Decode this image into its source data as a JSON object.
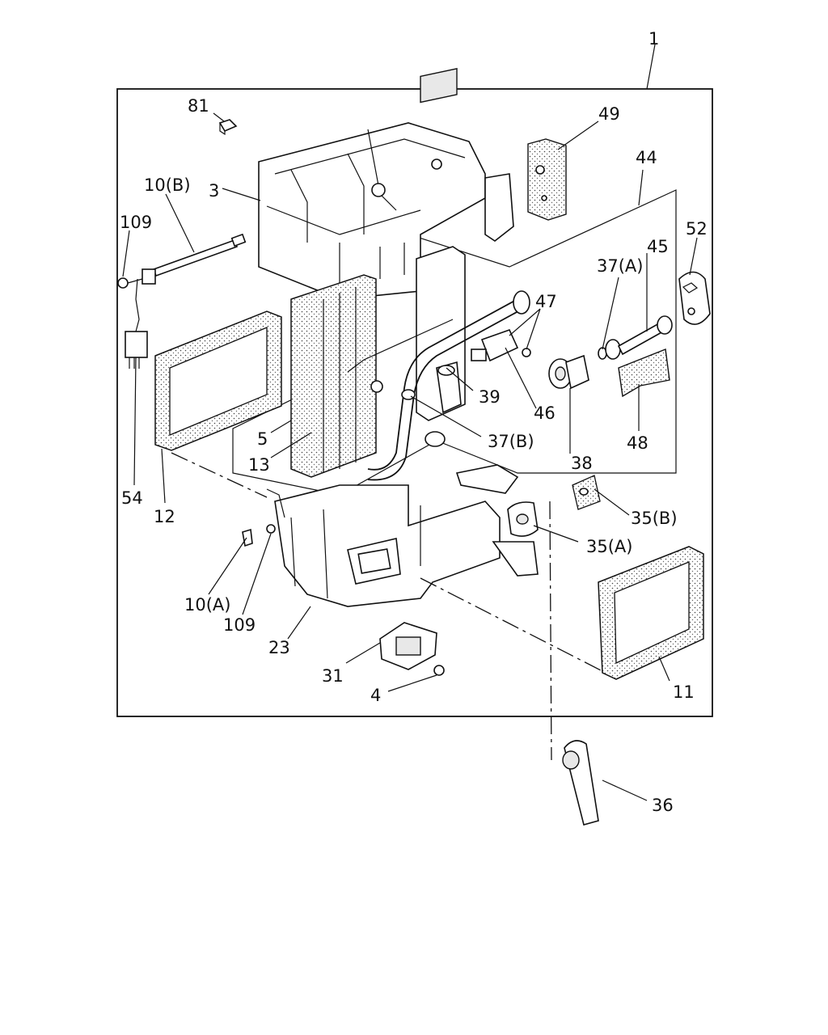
{
  "diagram": {
    "callouts": [
      {
        "id": "c1",
        "text": "1"
      },
      {
        "id": "c81",
        "text": "81"
      },
      {
        "id": "c49",
        "text": "49"
      },
      {
        "id": "c44",
        "text": "44"
      },
      {
        "id": "c10b",
        "text": "10(B)"
      },
      {
        "id": "c3",
        "text": "3"
      },
      {
        "id": "c109a",
        "text": "109"
      },
      {
        "id": "c52",
        "text": "52"
      },
      {
        "id": "c45",
        "text": "45"
      },
      {
        "id": "c37a",
        "text": "37(A)"
      },
      {
        "id": "c47",
        "text": "47"
      },
      {
        "id": "c39",
        "text": "39"
      },
      {
        "id": "c46",
        "text": "46"
      },
      {
        "id": "c5",
        "text": "5"
      },
      {
        "id": "c13",
        "text": "13"
      },
      {
        "id": "c37b",
        "text": "37(B)"
      },
      {
        "id": "c48",
        "text": "48"
      },
      {
        "id": "c38",
        "text": "38"
      },
      {
        "id": "c54",
        "text": "54"
      },
      {
        "id": "c12",
        "text": "12"
      },
      {
        "id": "c35b",
        "text": "35(B)"
      },
      {
        "id": "c35a",
        "text": "35(A)"
      },
      {
        "id": "c10a",
        "text": "10(A)"
      },
      {
        "id": "c109b",
        "text": "109"
      },
      {
        "id": "c23",
        "text": "23"
      },
      {
        "id": "c31",
        "text": "31"
      },
      {
        "id": "c4",
        "text": "4"
      },
      {
        "id": "c11",
        "text": "11"
      },
      {
        "id": "c36",
        "text": "36"
      }
    ]
  }
}
